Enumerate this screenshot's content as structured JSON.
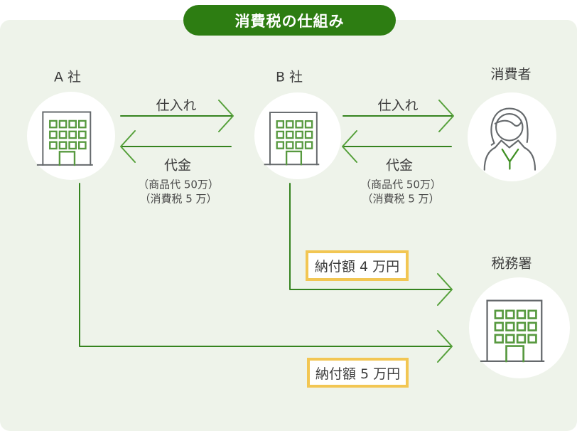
{
  "title": "消費税の仕組み",
  "colors": {
    "panel_bg": "#eef3ea",
    "pill_green": "#2d7d12",
    "line_green": "#35831f",
    "chevron_green": "#55a03a",
    "icon_green": "#57993f",
    "icon_gray": "#65696c",
    "text": "#3d3d3d",
    "highlight_border": "#f2c653"
  },
  "entities": {
    "company_a": {
      "label": "A 社"
    },
    "company_b": {
      "label": "B 社"
    },
    "consumer": {
      "label": "消費者"
    },
    "tax_office": {
      "label": "税務署"
    }
  },
  "flow_a_b": {
    "forward_label": "仕入れ",
    "back_label": "代金",
    "detail_line1": "（商品代 50万）",
    "detail_line2": "（消費税 5 万）"
  },
  "flow_b_consumer": {
    "forward_label": "仕入れ",
    "back_label": "代金",
    "detail_line1": "（商品代 50万）",
    "detail_line2": "（消費税 5 万）"
  },
  "tax_payment_b": {
    "amount_label": "納付額 4 万円"
  },
  "tax_payment_a": {
    "amount_label": "納付額 5 万円"
  }
}
